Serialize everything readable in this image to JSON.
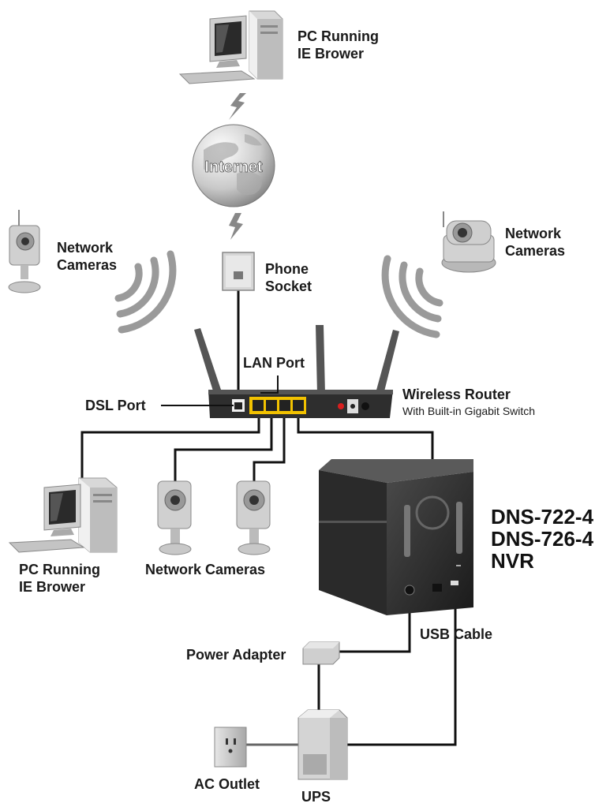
{
  "labels": {
    "pc_top_line1": "PC Running",
    "pc_top_line2": "IE Brower",
    "internet": "Internet",
    "cam_left_line1": "Network",
    "cam_left_line2": "Cameras",
    "cam_right_line1": "Network",
    "cam_right_line2": "Cameras",
    "phone_line1": "Phone",
    "phone_line2": "Socket",
    "lan_port": "LAN Port",
    "dsl_port": "DSL Port",
    "router_line1": "Wireless Router",
    "router_line2": "With Built-in Gigabit Switch",
    "pc_bottom_line1": "PC Running",
    "pc_bottom_line2": "IE Brower",
    "network_cameras": "Network Cameras",
    "nvr_line1": "DNS-722-4",
    "nvr_line2": "DNS-726-4",
    "nvr_line3": "NVR",
    "usb_cable": "USB Cable",
    "power_adapter": "Power Adapter",
    "ac_outlet": "AC Outlet",
    "ups": "UPS"
  },
  "colors": {
    "device_grey": "#c8c8c8",
    "device_dark": "#2b2b2b",
    "lan_port_highlight": "#f2c200",
    "power_led": "#d81e1e",
    "wire": "#111111"
  },
  "icons": [
    "desktop-pc-icon",
    "globe-icon",
    "lightning-icon",
    "network-camera-icon",
    "ptz-camera-icon",
    "wireless-waves-icon",
    "phone-socket-icon",
    "router-icon",
    "nvr-icon",
    "power-adapter-icon",
    "ac-outlet-icon",
    "ups-icon"
  ]
}
